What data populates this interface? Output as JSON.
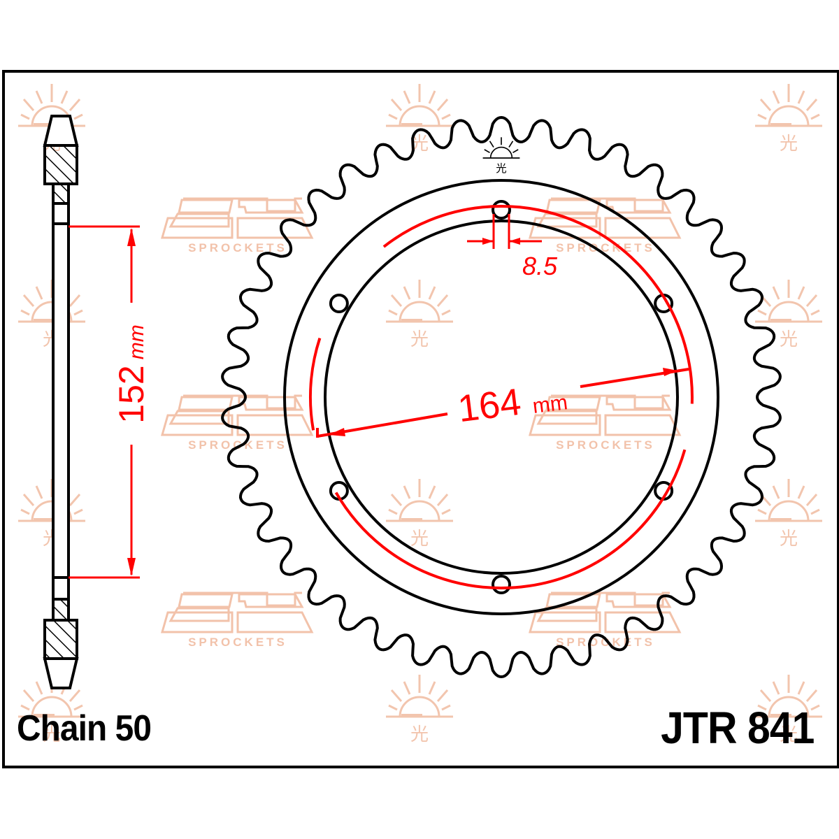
{
  "title": "JTR 841",
  "chain_label": "Chain 50",
  "part_number": "JTR 841",
  "dimensions": {
    "hub_height": {
      "value": "152",
      "unit": "mm"
    },
    "bolt_circle_diameter": {
      "value": "164",
      "unit": "mm"
    },
    "bolt_hole_diameter": {
      "value": "8.5"
    }
  },
  "sprocket": {
    "bolt_holes": 6,
    "teeth_estimate": 42
  },
  "watermark": {
    "brand_text": "SPROCKETS",
    "glyph": "光",
    "color": "#f2c2aa"
  },
  "colors": {
    "line": "#000000",
    "dimension": "#ff0000",
    "watermark": "#f2c2aa"
  }
}
